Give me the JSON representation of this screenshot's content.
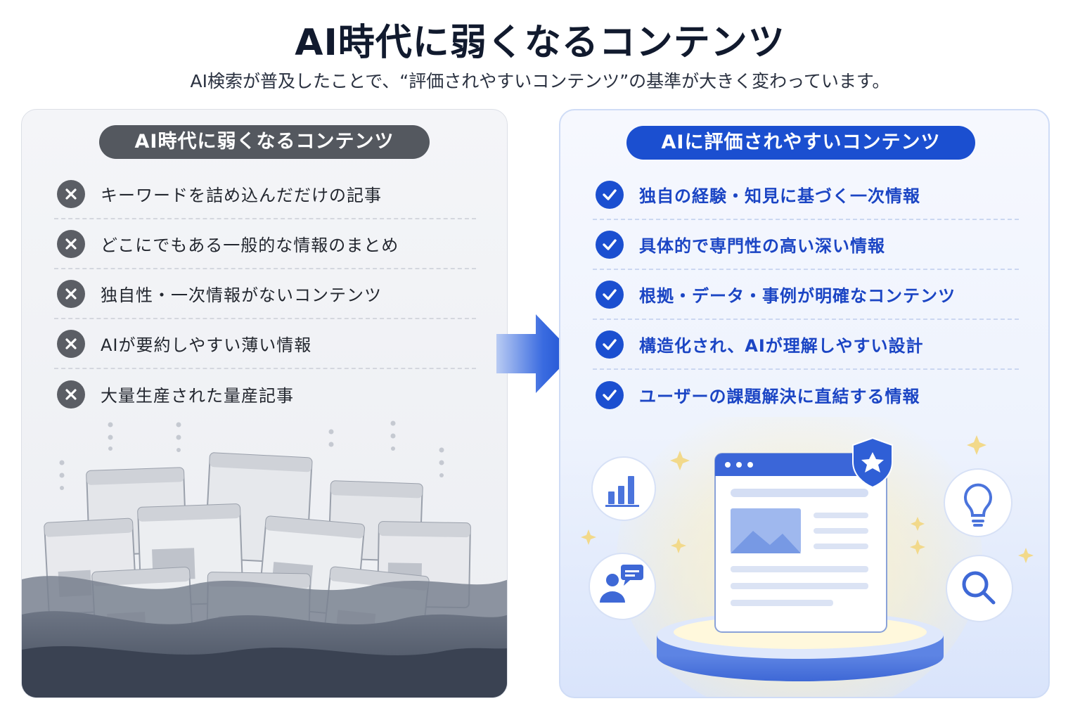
{
  "title": "AI時代に弱くなるコンテンツ",
  "subtitle": "AI検索が普及したことで、“評価されやすいコンテンツ”の基準が大きく変わっています。",
  "left_panel": {
    "heading": "AI時代に弱くなるコンテンツ",
    "items": [
      "キーワードを詰め込んだだけの記事",
      "どこにでもある一般的な情報のまとめ",
      "独自性・一次情報がないコンテンツ",
      "AIが要約しやすい薄い情報",
      "大量生産された量産記事"
    ],
    "icon": "x-circle-icon",
    "color": "#54585f"
  },
  "right_panel": {
    "heading": "AIに評価されやすいコンテンツ",
    "items": [
      "独自の経験・知見に基づく一次情報",
      "具体的で専門性の高い深い情報",
      "根拠・データ・事例が明確なコンテンツ",
      "構造化され、AIが理解しやすい設計",
      "ユーザーの課題解決に直結する情報"
    ],
    "icon": "check-circle-icon",
    "color": "#1b4fd0"
  },
  "arrow_icon": "right-arrow-icon"
}
